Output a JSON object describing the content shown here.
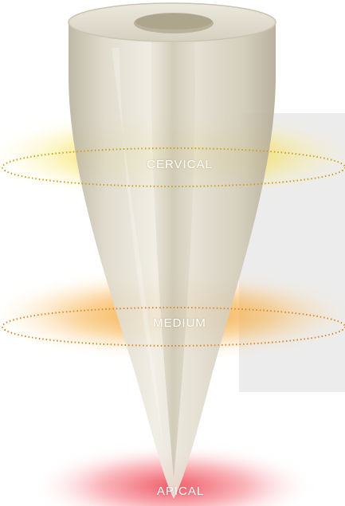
{
  "zones": [
    {
      "label": "CERVICAL",
      "color": "#f0d21c"
    },
    {
      "label": "MEDIUM",
      "color": "#f39a22"
    },
    {
      "label": "APICAL",
      "color": "#ee3b4a"
    }
  ],
  "colors": {
    "root": "#ddd8c8",
    "root_shadow": "#bdb39e",
    "canal": "#c9c2ac",
    "background_panel": "#ececec"
  }
}
